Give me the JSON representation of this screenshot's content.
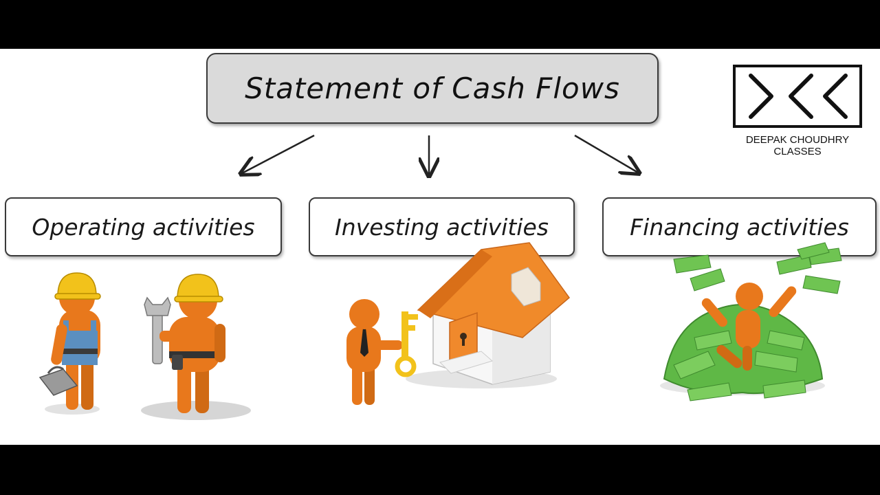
{
  "diagram": {
    "title": "Statement of Cash Flows",
    "activities": [
      {
        "label": "Operating activities"
      },
      {
        "label": "Investing activities"
      },
      {
        "label": "Financing activities"
      }
    ]
  },
  "logo": {
    "monogram": "DCC",
    "caption": "DEEPAK CHOUDHRY CLASSES"
  },
  "colors": {
    "title_fill": "#dadada",
    "figure_orange": "#e8781c",
    "hard_hat_yellow": "#f2c21b",
    "roof_orange": "#f08a2a",
    "money_green": "#5fb846"
  },
  "illustrations": [
    {
      "name": "two-workers-with-tools-icon"
    },
    {
      "name": "person-with-key-and-house-icon"
    },
    {
      "name": "person-in-money-pile-icon"
    }
  ]
}
